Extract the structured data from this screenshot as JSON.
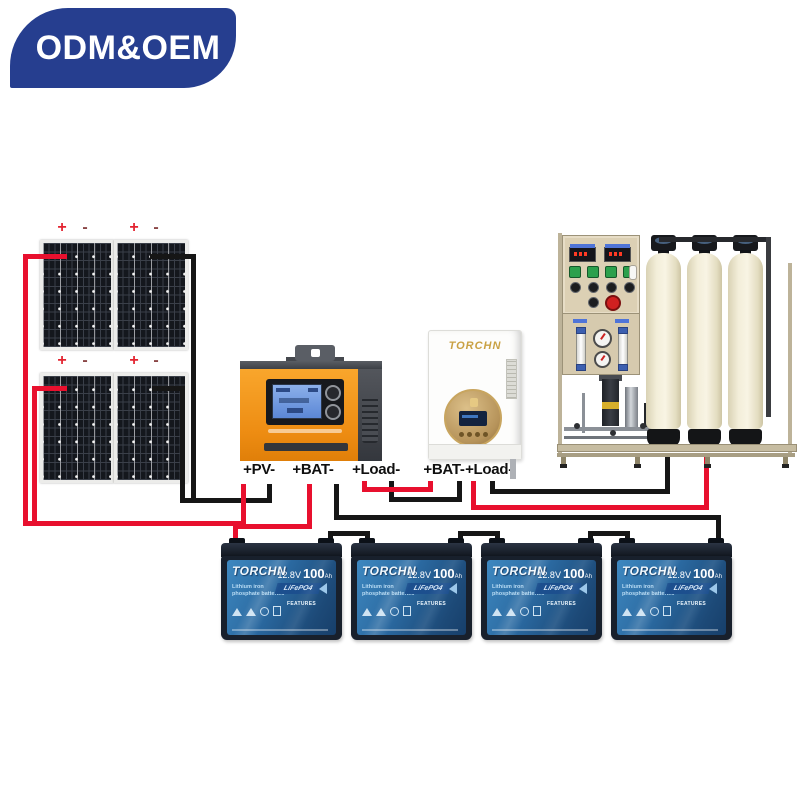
{
  "badge": {
    "text": "ODM&OEM"
  },
  "solar_array": {
    "plus_label": "+",
    "minus_label": "-",
    "panel_count": 4
  },
  "terminals": {
    "labels": [
      "+PV-",
      "+BAT-",
      "+Load-",
      "+BAT-",
      "+Load-"
    ]
  },
  "controller": {
    "type": "mppt-solar-charge-controller"
  },
  "inverter": {
    "brand": "TORCHN"
  },
  "water_system": {
    "tank_count": 3
  },
  "battery": {
    "brand": "TORCHN",
    "voltage": "12.8V",
    "capacity": "100",
    "capacity_unit": "Ah",
    "chemistry": "LiFePO4",
    "type_line1": "Lithium iron",
    "type_line2": "phosphate batteries",
    "features_title": "FEATURES",
    "count": 4
  },
  "colors": {
    "badge_blue": "#263e8f",
    "wire_red": "#e8102e",
    "wire_black": "#161616",
    "controller_orange": "#f29a20",
    "inverter_gold": "#c9a143",
    "battery_blue": "#2f74ad",
    "tank_cream": "#f0ead6"
  }
}
